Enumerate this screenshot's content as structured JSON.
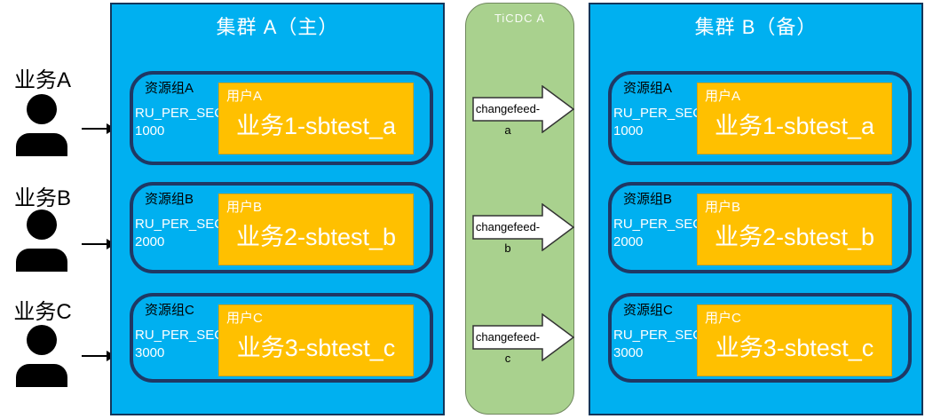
{
  "colors": {
    "cluster_bg": "#00B0F0",
    "cluster_border": "#14365A",
    "resource_group_border": "#1F3864",
    "workload_box_bg": "#FFC000",
    "ticdc_bg": "#A9D18E",
    "arrow_fill": "#FFFFFF",
    "arrow_outline": "#333333"
  },
  "actors": [
    {
      "label": "业务A"
    },
    {
      "label": "业务B"
    },
    {
      "label": "业务C"
    }
  ],
  "clusters": [
    {
      "title": "集群 A（主）",
      "groups": [
        {
          "name": "资源组A",
          "ru_label": "RU_PER_SEC=",
          "ru_value": "1000",
          "user": "用户A",
          "workload": "业务1-sbtest_a"
        },
        {
          "name": "资源组B",
          "ru_label": "RU_PER_SEC=",
          "ru_value": "2000",
          "user": "用户B",
          "workload": "业务2-sbtest_b"
        },
        {
          "name": "资源组C",
          "ru_label": "RU_PER_SEC=",
          "ru_value": "3000",
          "user": "用户C",
          "workload": "业务3-sbtest_c"
        }
      ]
    },
    {
      "title": "集群 B（备）",
      "groups": [
        {
          "name": "资源组A",
          "ru_label": "RU_PER_SEC=",
          "ru_value": "1000",
          "user": "用户A",
          "workload": "业务1-sbtest_a"
        },
        {
          "name": "资源组B",
          "ru_label": "RU_PER_SEC=",
          "ru_value": "2000",
          "user": "用户B",
          "workload": "业务2-sbtest_b"
        },
        {
          "name": "资源组C",
          "ru_label": "RU_PER_SEC=",
          "ru_value": "3000",
          "user": "用户C",
          "workload": "业务3-sbtest_c"
        }
      ]
    }
  ],
  "ticdc": {
    "title": "TiCDC A",
    "changefeeds": [
      {
        "label": "changefeed-a"
      },
      {
        "label": "changefeed-b"
      },
      {
        "label": "changefeed-c"
      }
    ]
  }
}
